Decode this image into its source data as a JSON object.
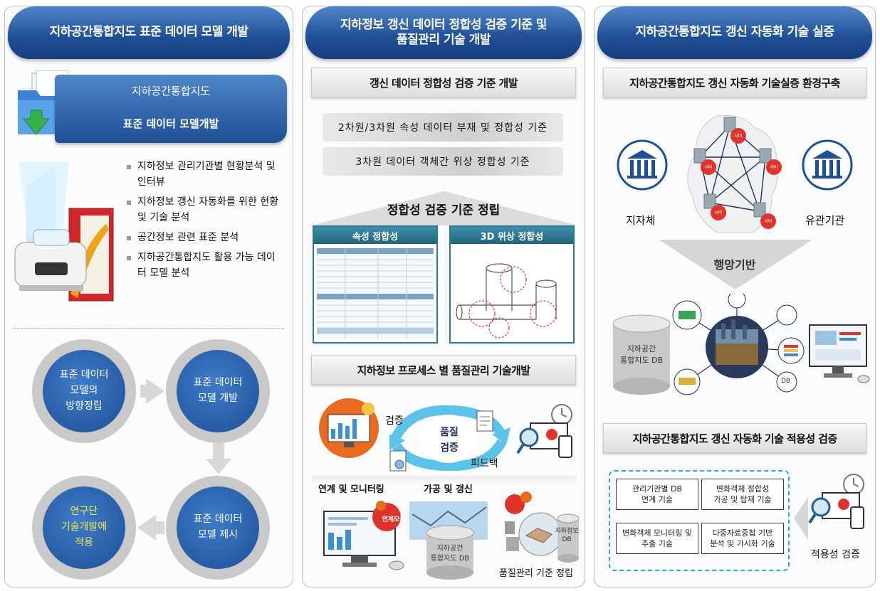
{
  "panels": [
    {
      "header": "지하공간통합지도 표준 데이터 모델 개발",
      "banner": {
        "line1": "지하공간통합지도",
        "line2": "표준 데이터 모델개발"
      },
      "bullets": [
        "지하정보 관리기관별 현황분석 및 인터뷰",
        "지하정보 갱신 자동화를 위한 현황 및 기술 분석",
        "공간정보 관련 표준 분석",
        "지하공간통합지도 활용 가능 데이터 모델 분석"
      ],
      "circles": [
        {
          "text": "표준 데이터\n모델의\n방향정립"
        },
        {
          "text": "표준 데이터\n모델 개발"
        },
        {
          "text": "표준 데이터\n모델 제시"
        },
        {
          "text": "연구단\n기술개발에\n적용"
        }
      ]
    },
    {
      "header_line1": "지하정보 갱신 데이터 정합성 검증 기준 및",
      "header_line2": "품질관리 기술 개발",
      "section1_title": "갱신 데이터 정합성 검증 기준 개발",
      "stripes": [
        "2차원/3차원 속성 데이터 부재 및 정합성 기준",
        "3차원 데이터 객체간 위상 정합성 기준"
      ],
      "triangle_label": "정합성 검증 기준 정립",
      "box_left_title": "속성 정합성",
      "box_right_title": "3D 위상 정합성",
      "section2_title": "지하정보 프로세스 별 품질관리 기술개발",
      "cycle": {
        "left": "검증",
        "center_line1": "품질",
        "center_line2": "검증",
        "right": "피드백"
      },
      "bottom_labels": [
        "연계 및 모니터링",
        "가공 및 갱신",
        "품질관리 기준 정립"
      ],
      "badge": "연계모듈",
      "db_left": {
        "line1": "지하공간",
        "line2": "통합지도 DB"
      },
      "db_right": {
        "line1": "지하정보",
        "line2": "DB"
      }
    },
    {
      "header": "지하공간통합지도 갱신 자동화 기술 실증",
      "section1_title": "지하공간통합지도 갱신 자동화 기술실증 환경구축",
      "left_org": "지자체",
      "right_org": "유관기관",
      "node_label": "서버",
      "down_arrow_label": "행망기반",
      "db": {
        "line1": "지하공간",
        "line2": "통합지도 DB"
      },
      "db_tag": "DB",
      "section2_title": "지하공간통합지도 갱신 자동화 기술 적용성 검증",
      "grid": [
        {
          "line1": "관리기관별 DB",
          "line2": "연계 기술"
        },
        {
          "line1": "변화객체 정합성",
          "line2": "가공 및 탑재 기술"
        },
        {
          "line1": "변화객체 모니터링 및",
          "line2": "추출 기술"
        },
        {
          "line1": "다중자료중첩 기반",
          "line2": "분석 및 가시화 기술"
        }
      ],
      "verify_label": "적용성 검증"
    }
  ],
  "colors": {
    "header_blue": "#1f4f95",
    "circle_blue": "#2a62ad",
    "teal": "#2a7a96",
    "dashed_cyan": "#29a7d6",
    "red_accent": "#e0332c"
  }
}
